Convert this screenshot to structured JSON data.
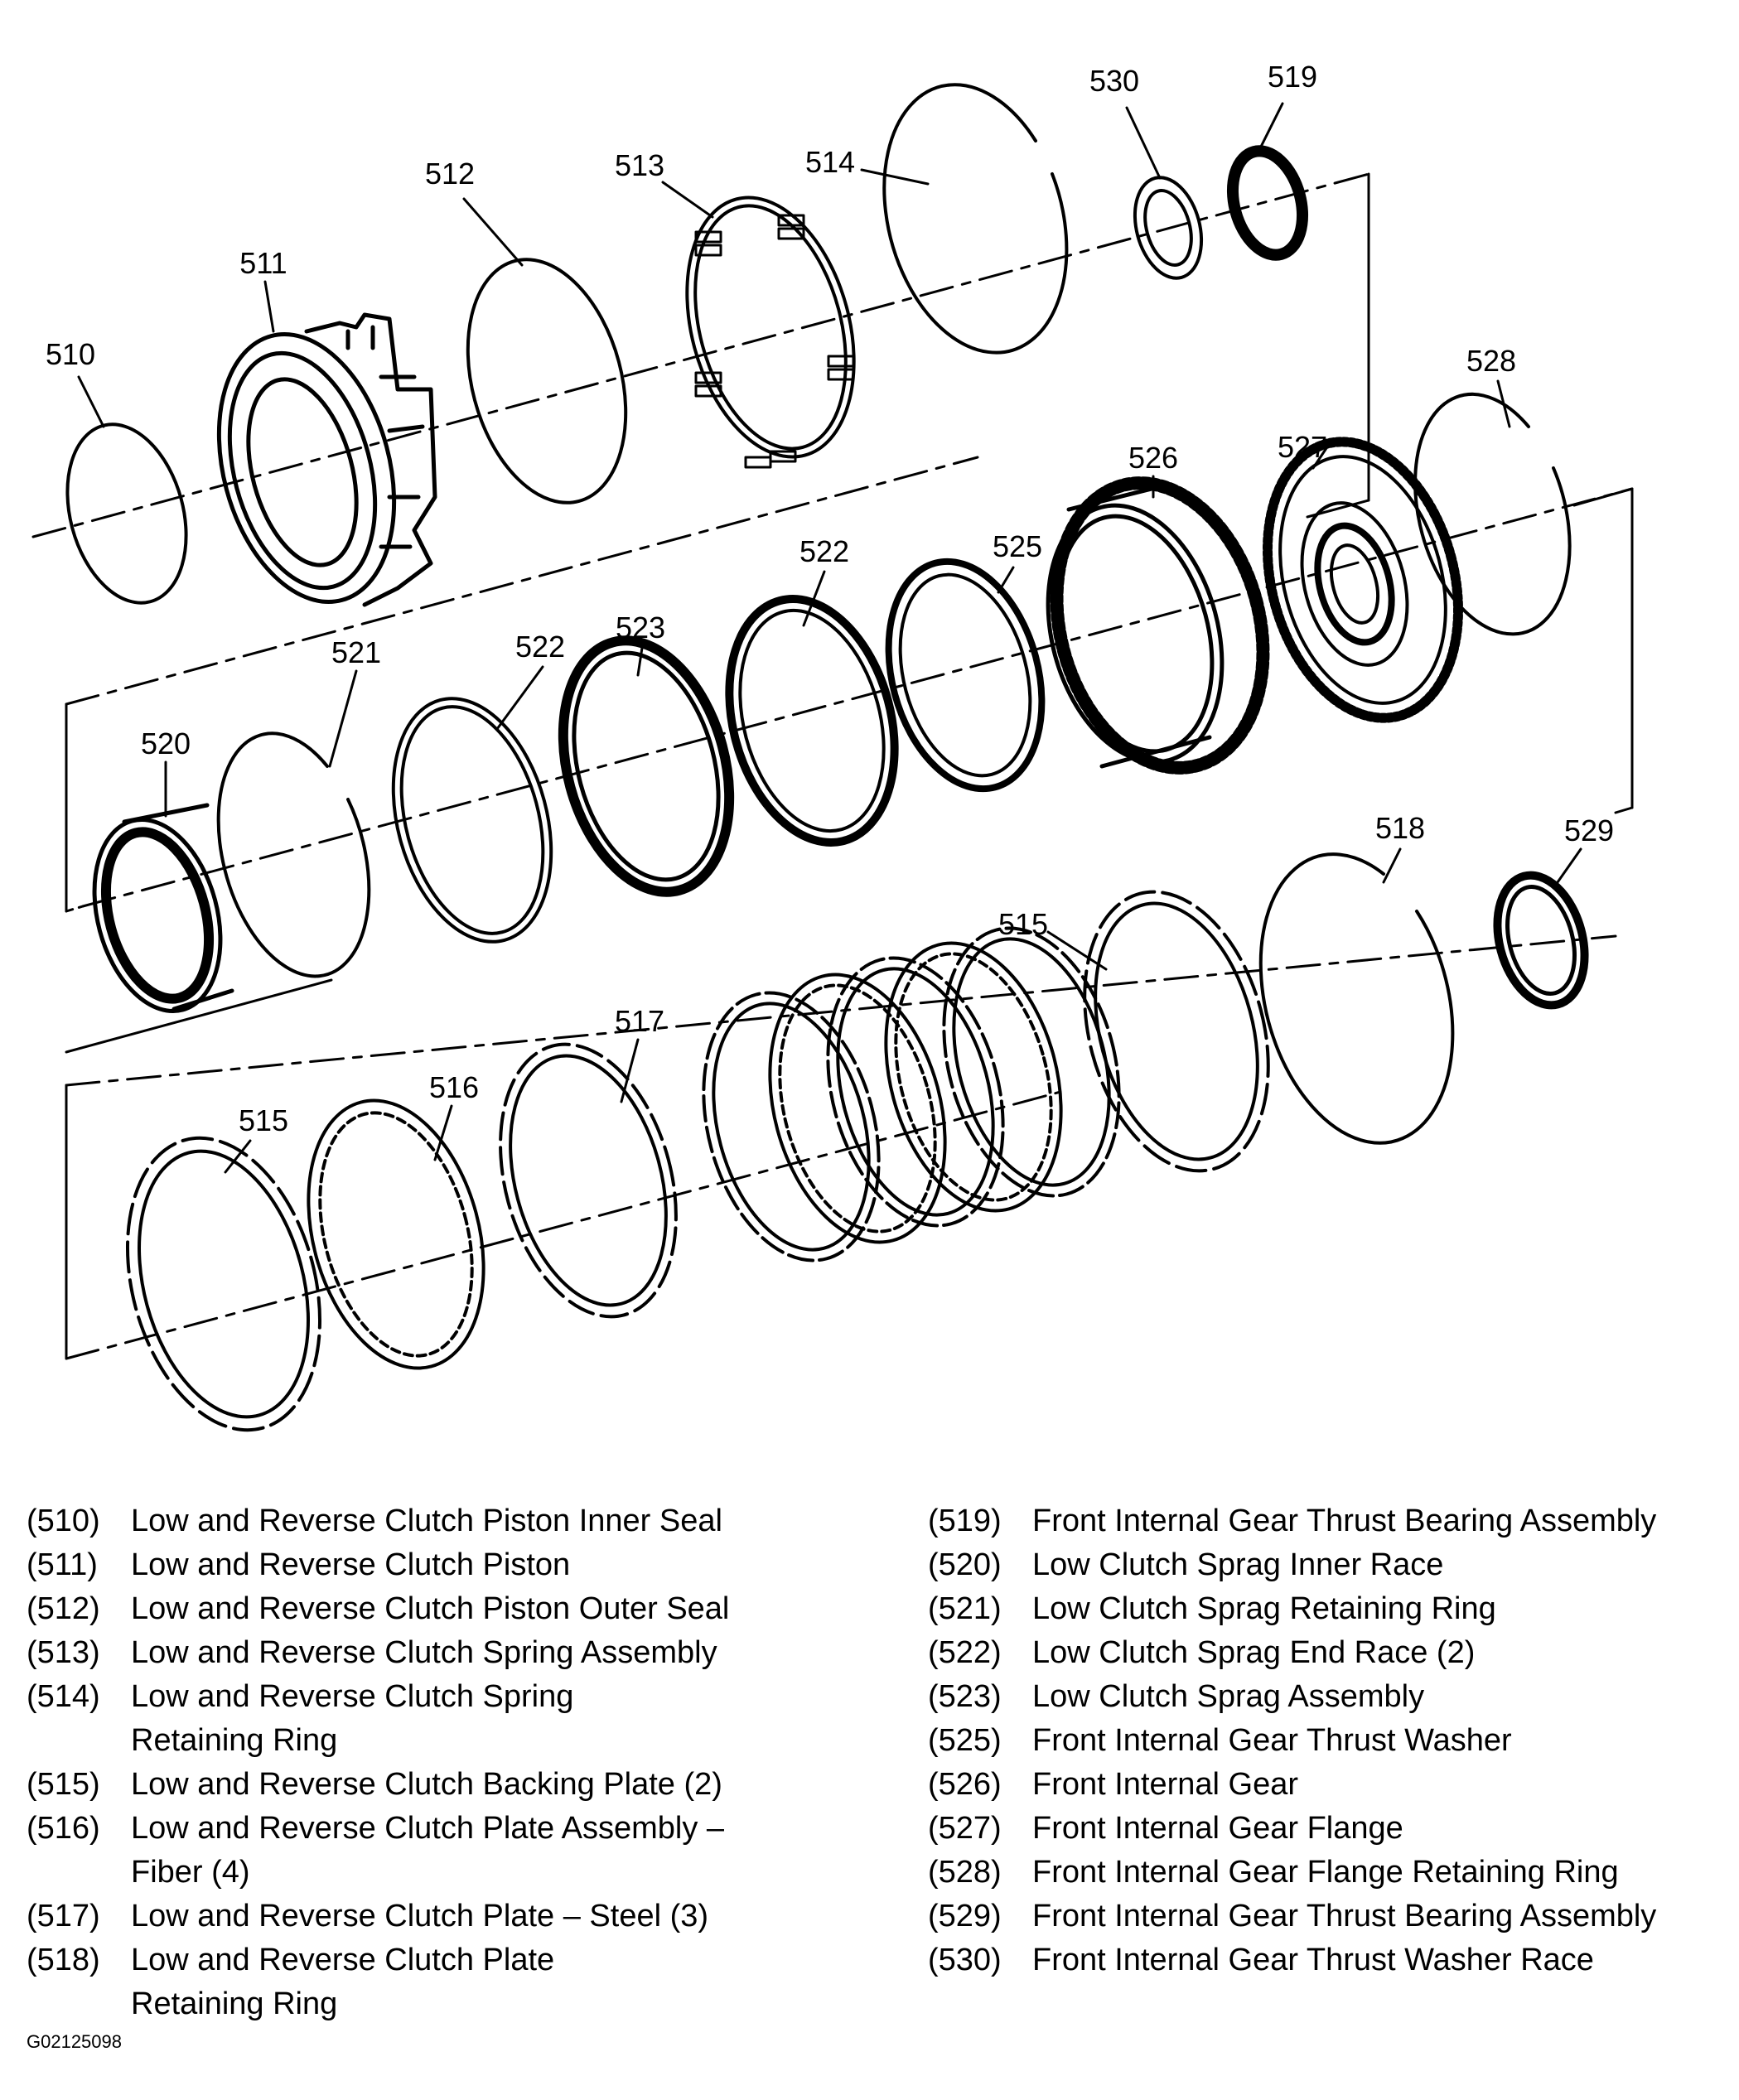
{
  "diagram": {
    "callouts": {
      "c510": "510",
      "c511": "511",
      "c512": "512",
      "c513": "513",
      "c514": "514",
      "c530": "530",
      "c519": "519",
      "c528": "528",
      "c527": "527",
      "c526": "526",
      "c525": "525",
      "c522a": "522",
      "c522b": "522",
      "c523": "523",
      "c521": "521",
      "c520": "520",
      "c518": "518",
      "c529": "529",
      "c515a": "515",
      "c515b": "515",
      "c516": "516",
      "c517": "517"
    }
  },
  "legend_left": [
    {
      "num": "(510)",
      "text": "Low and Reverse Clutch Piston Inner Seal"
    },
    {
      "num": "(511)",
      "text": "Low and Reverse Clutch Piston"
    },
    {
      "num": "(512)",
      "text": "Low and Reverse Clutch Piston Outer Seal"
    },
    {
      "num": "(513)",
      "text": "Low and Reverse Clutch Spring Assembly"
    },
    {
      "num": "(514)",
      "text": "Low and Reverse Clutch Spring\nRetaining Ring"
    },
    {
      "num": "(515)",
      "text": "Low and Reverse Clutch Backing Plate (2)"
    },
    {
      "num": "(516)",
      "text": "Low and Reverse Clutch Plate Assembly –\nFiber (4)"
    },
    {
      "num": "(517)",
      "text": "Low and Reverse Clutch Plate – Steel (3)"
    },
    {
      "num": "(518)",
      "text": "Low and Reverse Clutch Plate\nRetaining Ring"
    }
  ],
  "legend_right": [
    {
      "num": "(519)",
      "text": "Front Internal Gear Thrust Bearing Assembly"
    },
    {
      "num": "(520)",
      "text": "Low Clutch Sprag Inner Race"
    },
    {
      "num": "(521)",
      "text": "Low Clutch Sprag Retaining Ring"
    },
    {
      "num": "(522)",
      "text": "Low Clutch Sprag End Race (2)"
    },
    {
      "num": "(523)",
      "text": "Low Clutch Sprag Assembly"
    },
    {
      "num": "(525)",
      "text": "Front Internal Gear Thrust Washer"
    },
    {
      "num": "(526)",
      "text": "Front Internal Gear"
    },
    {
      "num": "(527)",
      "text": "Front Internal Gear Flange"
    },
    {
      "num": "(528)",
      "text": "Front Internal Gear Flange Retaining Ring"
    },
    {
      "num": "(529)",
      "text": "Front Internal Gear Thrust Bearing Assembly"
    },
    {
      "num": "(530)",
      "text": "Front Internal Gear Thrust Washer Race"
    }
  ],
  "figure_id": "G02125098"
}
